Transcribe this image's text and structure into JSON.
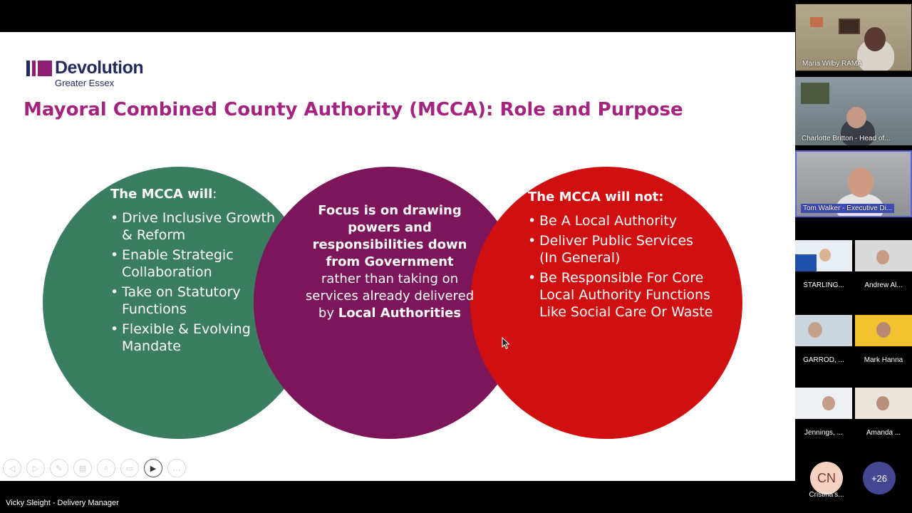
{
  "slide": {
    "logo_word": "Devolution",
    "logo_sub": "Greater Essex",
    "title": "Mayoral Combined County Authority (MCCA): Role and Purpose",
    "colors": {
      "title": "#a3237f",
      "green": "#3a7d60",
      "purple": "#7c1559",
      "red": "#cf0f10",
      "brand_navy": "#232a5c"
    },
    "will": {
      "heading_bold": "The MCCA will",
      "heading_rest": ":",
      "items": [
        "Drive Inclusive Growth & Reform",
        "Enable Strategic Collaboration",
        "Take on Statutory Functions",
        "Flexible & Evolving Mandate"
      ]
    },
    "focus": {
      "bold_part": "Focus is on drawing powers and responsibilities down from Government",
      "normal_part": "rather than taking on services already delivered by",
      "bold_end": "Local Authorities"
    },
    "will_not": {
      "heading": "The MCCA will not:",
      "items": [
        "Be A Local Authority",
        "Deliver Public Services (In General)",
        "Be Responsible For Core Local Authority Functions Like Social Care Or Waste"
      ]
    },
    "controls": [
      {
        "icon": "previous-icon",
        "glyph": "◁"
      },
      {
        "icon": "next-icon",
        "glyph": "▷"
      },
      {
        "icon": "pen-icon",
        "glyph": "✎"
      },
      {
        "icon": "slides-icon",
        "glyph": "▤"
      },
      {
        "icon": "zoom-icon",
        "glyph": "⌕"
      },
      {
        "icon": "subtitles-icon",
        "glyph": "▭"
      },
      {
        "icon": "camera-icon",
        "glyph": "▶"
      },
      {
        "icon": "more-icon",
        "glyph": "…"
      }
    ]
  },
  "presenter": "Vicky Sleight - Delivery Manager",
  "participants": {
    "tile1": "Maria Wilby RAMA",
    "tile2": "Charlotte Britton - Head of...",
    "tile3": "Tom Walker - Executive Di...",
    "tile4_left": "STARLING...",
    "tile4_right": "Andrew Al...",
    "tile5_left": "GARROD, ...",
    "tile5_right": "Mark Hanna",
    "tile6_left": "Jennings, ...",
    "tile6_right": "Amanda ...",
    "avatar_initials": "CN",
    "avatar_label": "Cristina's...",
    "more_count": "+26",
    "active_speaker_color": "#5b63d3",
    "more_badge_color": "#444791"
  }
}
